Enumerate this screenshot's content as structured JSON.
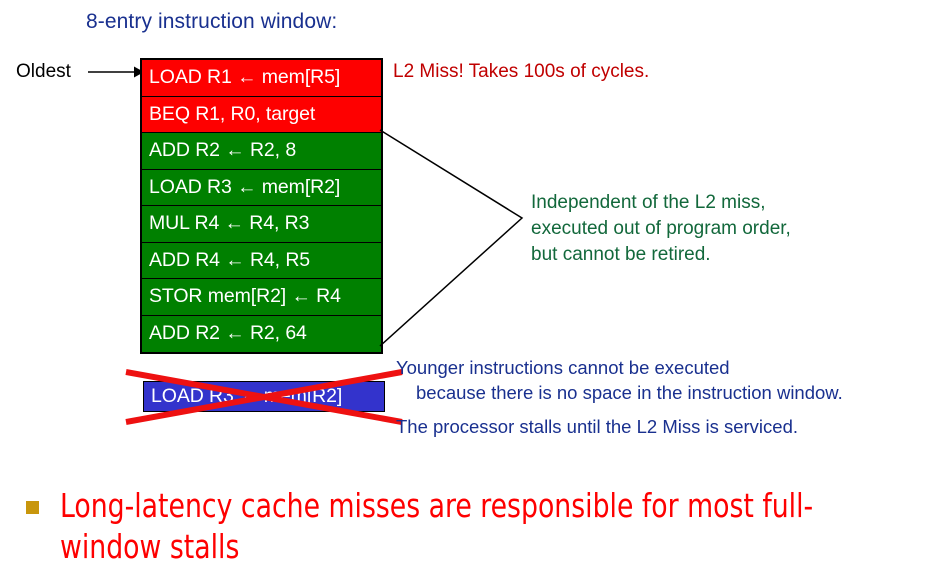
{
  "slide": {
    "window_caption": "8-entry instruction window:",
    "oldest_label": "Oldest"
  },
  "instruction_window": {
    "rows": [
      {
        "text": "LOAD R1 ← mem[R5]",
        "state": "miss"
      },
      {
        "text": "BEQ R1, R0, target",
        "state": "miss"
      },
      {
        "text": "ADD R2 ← R2, 8",
        "state": "indep"
      },
      {
        "text": "LOAD R3 ← mem[R2]",
        "state": "indep"
      },
      {
        "text": "MUL R4 ← R4, R3",
        "state": "indep"
      },
      {
        "text": "ADD R4 ← R4, R5",
        "state": "indep"
      },
      {
        "text": "STOR mem[R2] ← R4",
        "state": "indep"
      },
      {
        "text": "ADD R2 ← R2, 64",
        "state": "indep"
      }
    ]
  },
  "younger_instruction": {
    "text": "LOAD R3 ← mem[R2]"
  },
  "annotations": {
    "l2_miss": "L2 Miss! Takes 100s of cycles.",
    "independent": {
      "line1": "Independent of the L2 miss,",
      "line2": "executed out of program order,",
      "line3": "but cannot be retired."
    },
    "younger": {
      "line1": "Younger instructions cannot be executed",
      "line2": "because there is no space in the instruction window."
    },
    "stall": "The processor stalls until the L2 Miss is serviced."
  },
  "bullet": {
    "text": "Long-latency cache misses are responsible for most full-window stalls"
  },
  "colors": {
    "miss_red": "#FE0000",
    "independent_green": "#008000",
    "younger_blue": "#3333CC",
    "caption_blue": "#19308F",
    "note_red": "#C00000",
    "note_green": "#12683B",
    "bullet_marker": "#C8960C"
  }
}
